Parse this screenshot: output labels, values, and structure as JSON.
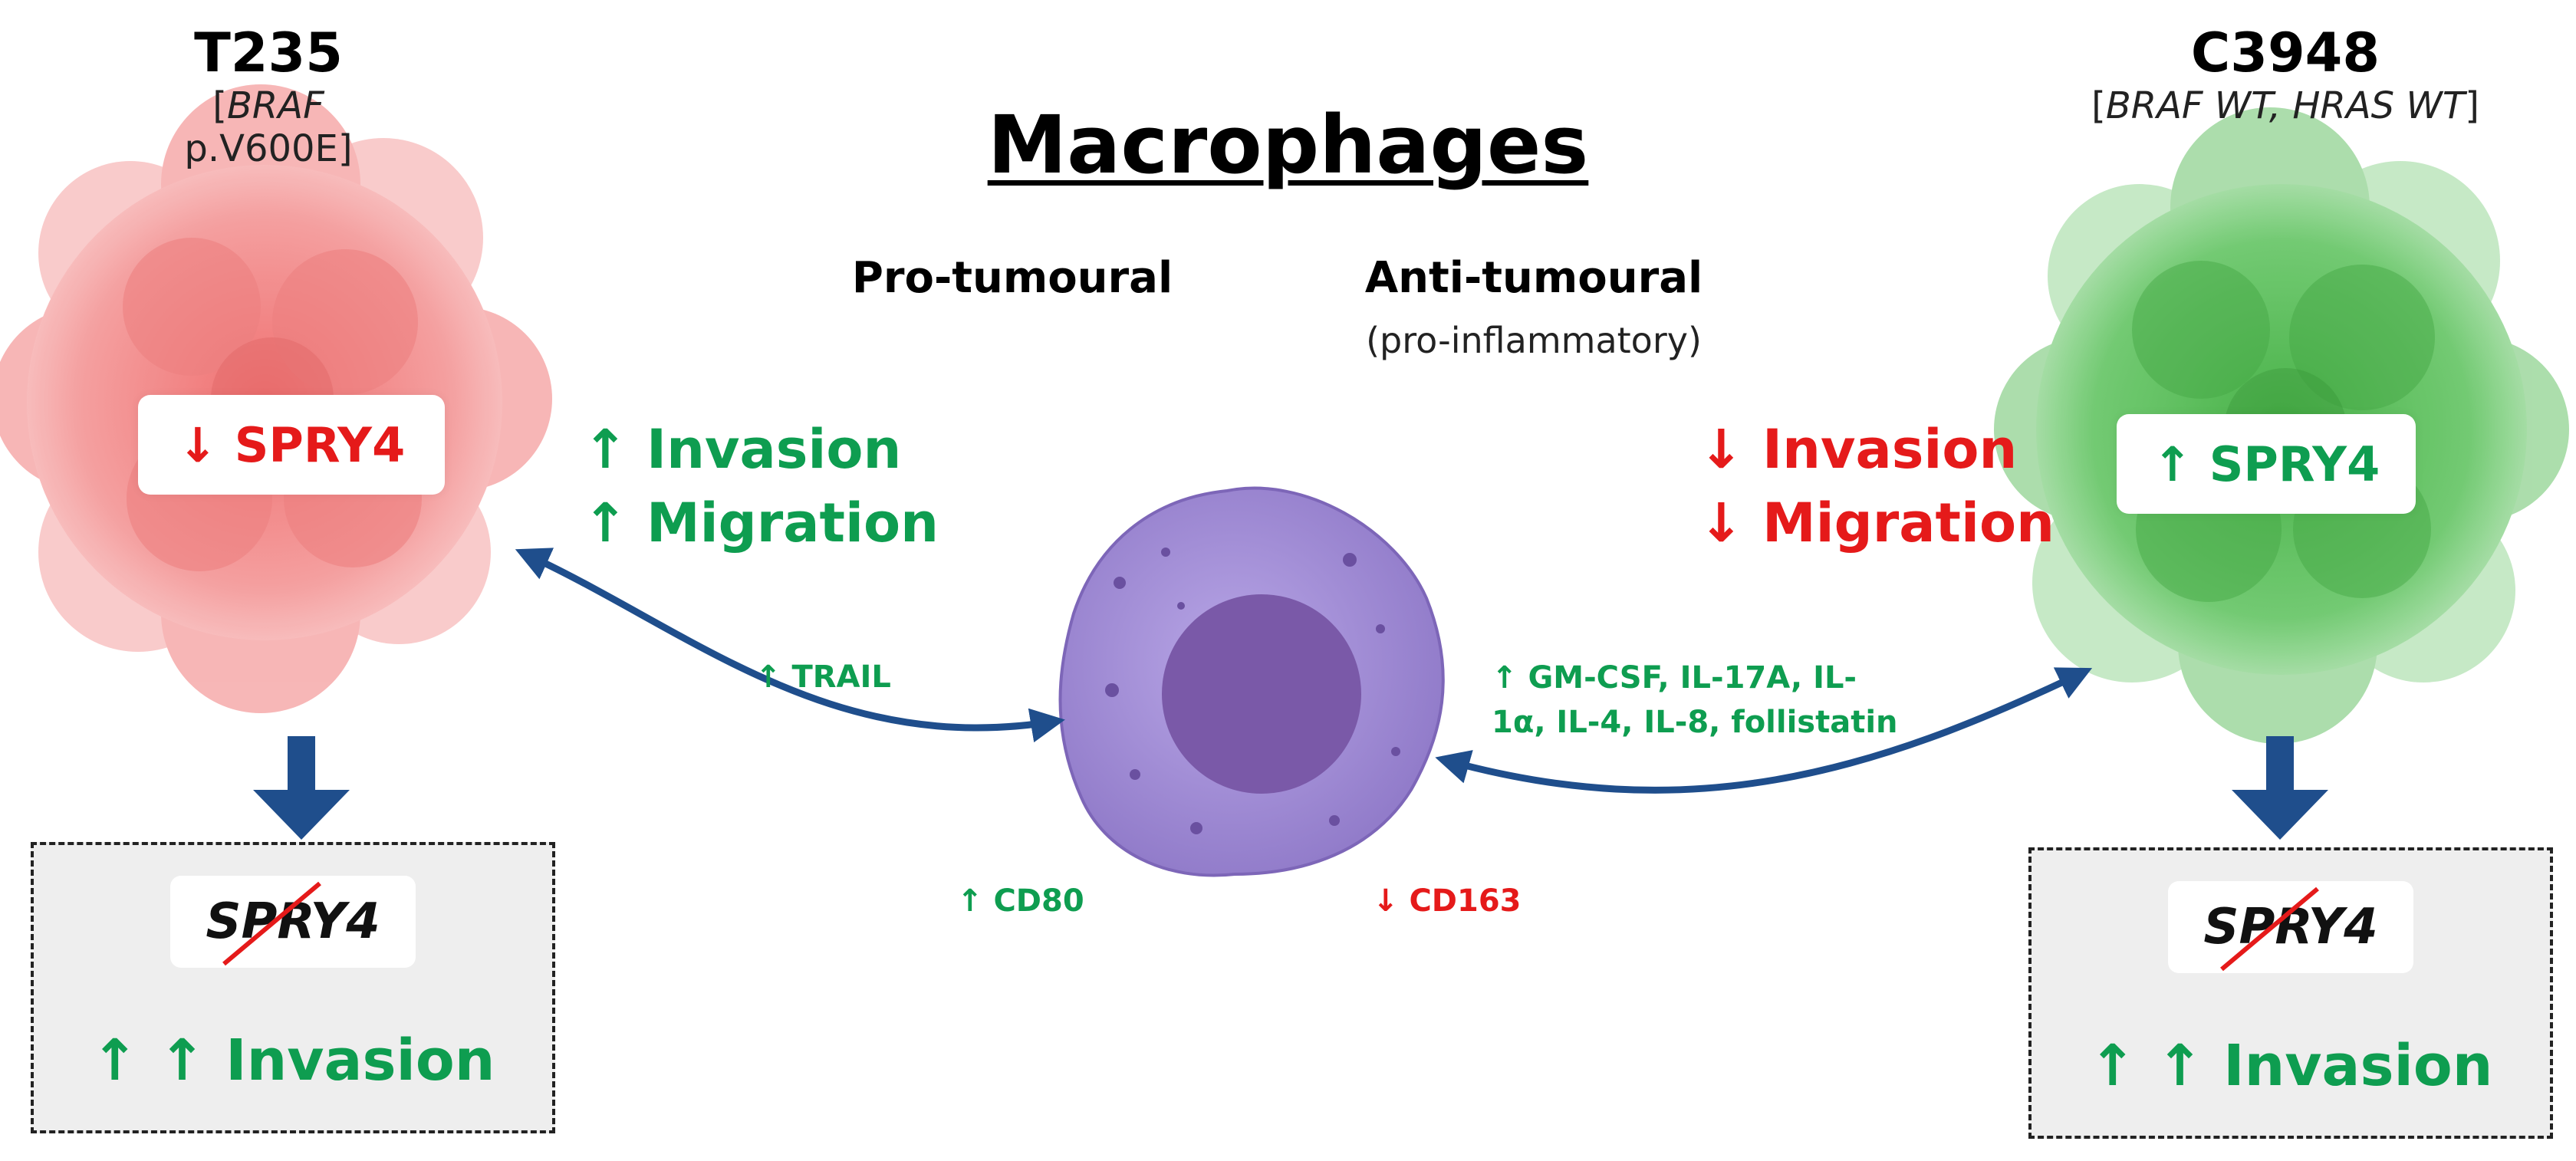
{
  "title": "Macrophages",
  "left_cell": {
    "name": "T235",
    "genotype_italic": "BRAF",
    "genotype_rest": " p.V600E",
    "marker_arrow": "↓",
    "marker_label": "SPRY4",
    "color": "#f08a8a"
  },
  "right_cell": {
    "name": "C3948",
    "genotype": "BRAF WT, HRAS WT",
    "marker_arrow": "↑",
    "marker_label": "SPRY4",
    "color": "#6cc96c"
  },
  "pro_tumoural": {
    "heading": "Pro-tumoural",
    "effects": [
      "↑ Invasion",
      "↑ Migration"
    ],
    "cytokine": "↑ TRAIL",
    "marker": "↑ CD80"
  },
  "anti_tumoural": {
    "heading": "Anti-tumoural",
    "subheading": "(pro-inflammatory)",
    "effects": [
      "↓ Invasion",
      "↓ Migration"
    ],
    "cytokines_line1": "↑ GM-CSF, IL-17A, IL-",
    "cytokines_line2": "1α, IL-4, IL-8, follistatin",
    "marker": "↓ CD163"
  },
  "knockout": {
    "gene": "SPRY4",
    "effect": "↑ ↑ Invasion"
  },
  "colors": {
    "green_text": "#0e9d50",
    "red_text": "#e51a1a",
    "arrow_blue": "#1f4e8c",
    "macrophage": "#a38ed6",
    "nucleus": "#7a59a8"
  },
  "icons": {
    "left_tumour": "tumour-cell-cluster-red",
    "right_tumour": "tumour-cell-cluster-green",
    "macrophage": "macrophage-cell",
    "down_arrow": "block-arrow-down",
    "strike": "red-strike-line"
  }
}
